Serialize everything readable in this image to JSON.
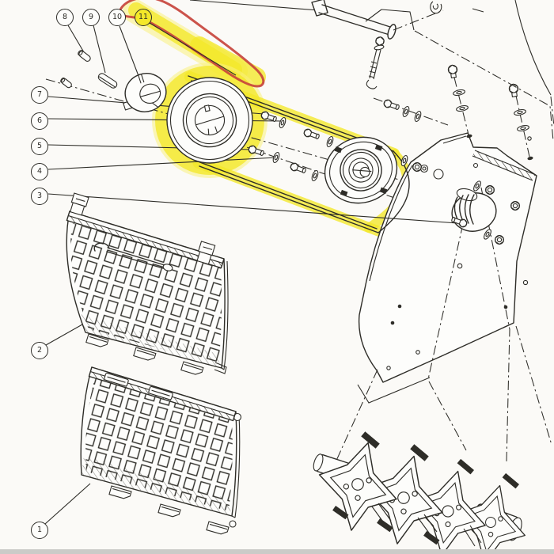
{
  "diagram": {
    "colors": {
      "background": "#fbfaf7",
      "line": "#2e2d28",
      "highlight": "#f4e829",
      "highlightSoft": "#f9f180",
      "annotation": "#c7443c",
      "paperEdge": "#cbcbc8",
      "calloutFill": "#fdfdfb"
    },
    "callouts": [
      {
        "number": "1",
        "highlighted": false
      },
      {
        "number": "2",
        "highlighted": false
      },
      {
        "number": "3",
        "highlighted": false
      },
      {
        "number": "4",
        "highlighted": false
      },
      {
        "number": "5",
        "highlighted": false
      },
      {
        "number": "6",
        "highlighted": false
      },
      {
        "number": "7",
        "highlighted": false
      },
      {
        "number": "8",
        "highlighted": false
      },
      {
        "number": "9",
        "highlighted": false
      },
      {
        "number": "10",
        "highlighted": false
      },
      {
        "number": "11",
        "highlighted": true
      }
    ]
  }
}
